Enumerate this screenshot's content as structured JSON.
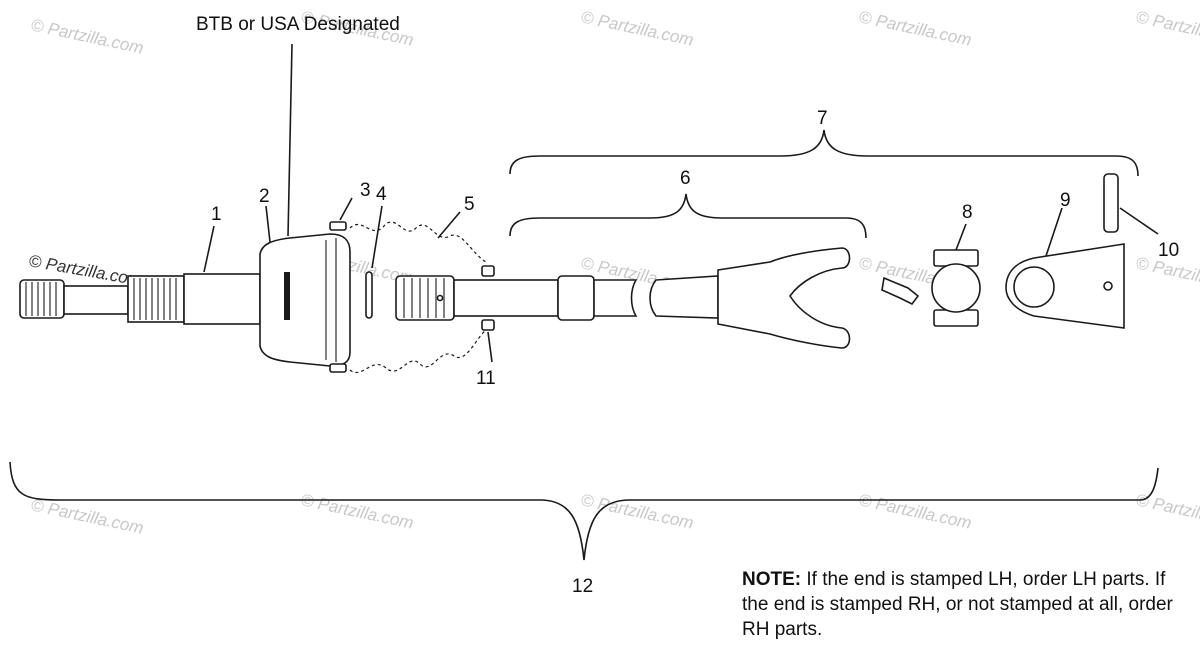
{
  "header_label": "BTB or USA Designated",
  "watermark_text": "© Partzilla.com",
  "callouts": {
    "c1": "1",
    "c2": "2",
    "c3": "3",
    "c4": "4",
    "c5": "5",
    "c6": "6",
    "c7": "7",
    "c8": "8",
    "c9": "9",
    "c10": "10",
    "c11": "11",
    "c12": "12"
  },
  "note": {
    "label": "NOTE:",
    "text": "If the end is stamped LH, order LH parts.  If the end is stamped RH, or not stamped at all, order RH parts."
  },
  "colors": {
    "ink": "#1a1a1a",
    "watermark": "#c8c8c8"
  }
}
